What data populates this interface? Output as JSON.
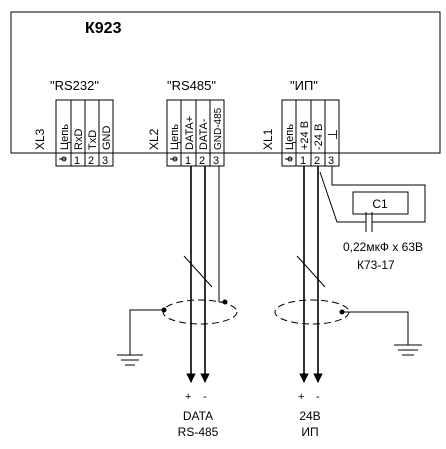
{
  "device": {
    "name": "К923"
  },
  "connectors": [
    {
      "id": "XL3",
      "group": "\"RS232\"",
      "pins": [
        "Цепь",
        "RxD",
        "TxD",
        "GND"
      ],
      "numbers": [
        "1",
        "2",
        "3"
      ]
    },
    {
      "id": "XL2",
      "group": "\"RS485\"",
      "pins": [
        "Цепь",
        "DATA+",
        "DATA-",
        "GND-485"
      ],
      "numbers": [
        "1",
        "2",
        "3"
      ]
    },
    {
      "id": "XL1",
      "group": "\"ИП\"",
      "pins": [
        "Цепь",
        "+24 В",
        "-24 В",
        "⊥"
      ],
      "numbers": [
        "1",
        "2",
        "3"
      ]
    }
  ],
  "capacitor": {
    "ref": "C1",
    "value": "0,22мкФ х 63В",
    "type": "К73-17"
  },
  "signs": {
    "plus": "+",
    "minus": "-"
  },
  "outputs": {
    "data": {
      "line1": "DATA",
      "line2": "RS-485"
    },
    "power": {
      "line1": "24В",
      "line2": "ИП"
    }
  }
}
